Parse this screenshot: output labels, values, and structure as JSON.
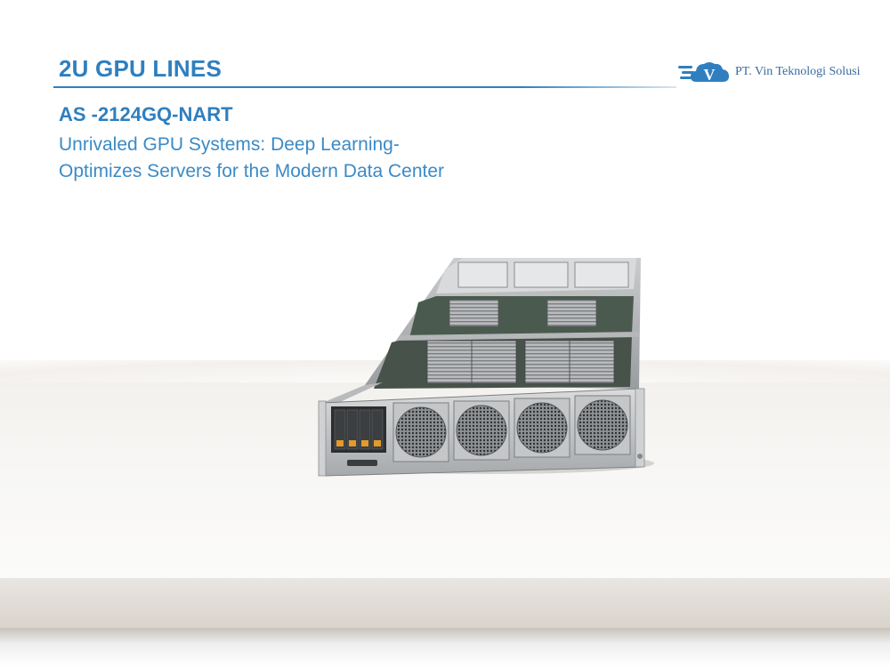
{
  "header": {
    "title": "2U GPU LINES",
    "company_name": "PT. Vin Teknologi Solusi"
  },
  "product": {
    "model": "AS -2124GQ-NART",
    "tagline_line1": "Unrivaled GPU Systems: Deep Learning-",
    "tagline_line2": "Optimizes Servers for the Modern Data Center"
  },
  "logo": {
    "icon": "cloud-v-icon",
    "letter": "V",
    "color": "#3a6aa0"
  },
  "colors": {
    "accent": "#2f7fbf",
    "tagline": "#3b8ac6"
  },
  "image": {
    "subject": "server-chassis-image"
  }
}
